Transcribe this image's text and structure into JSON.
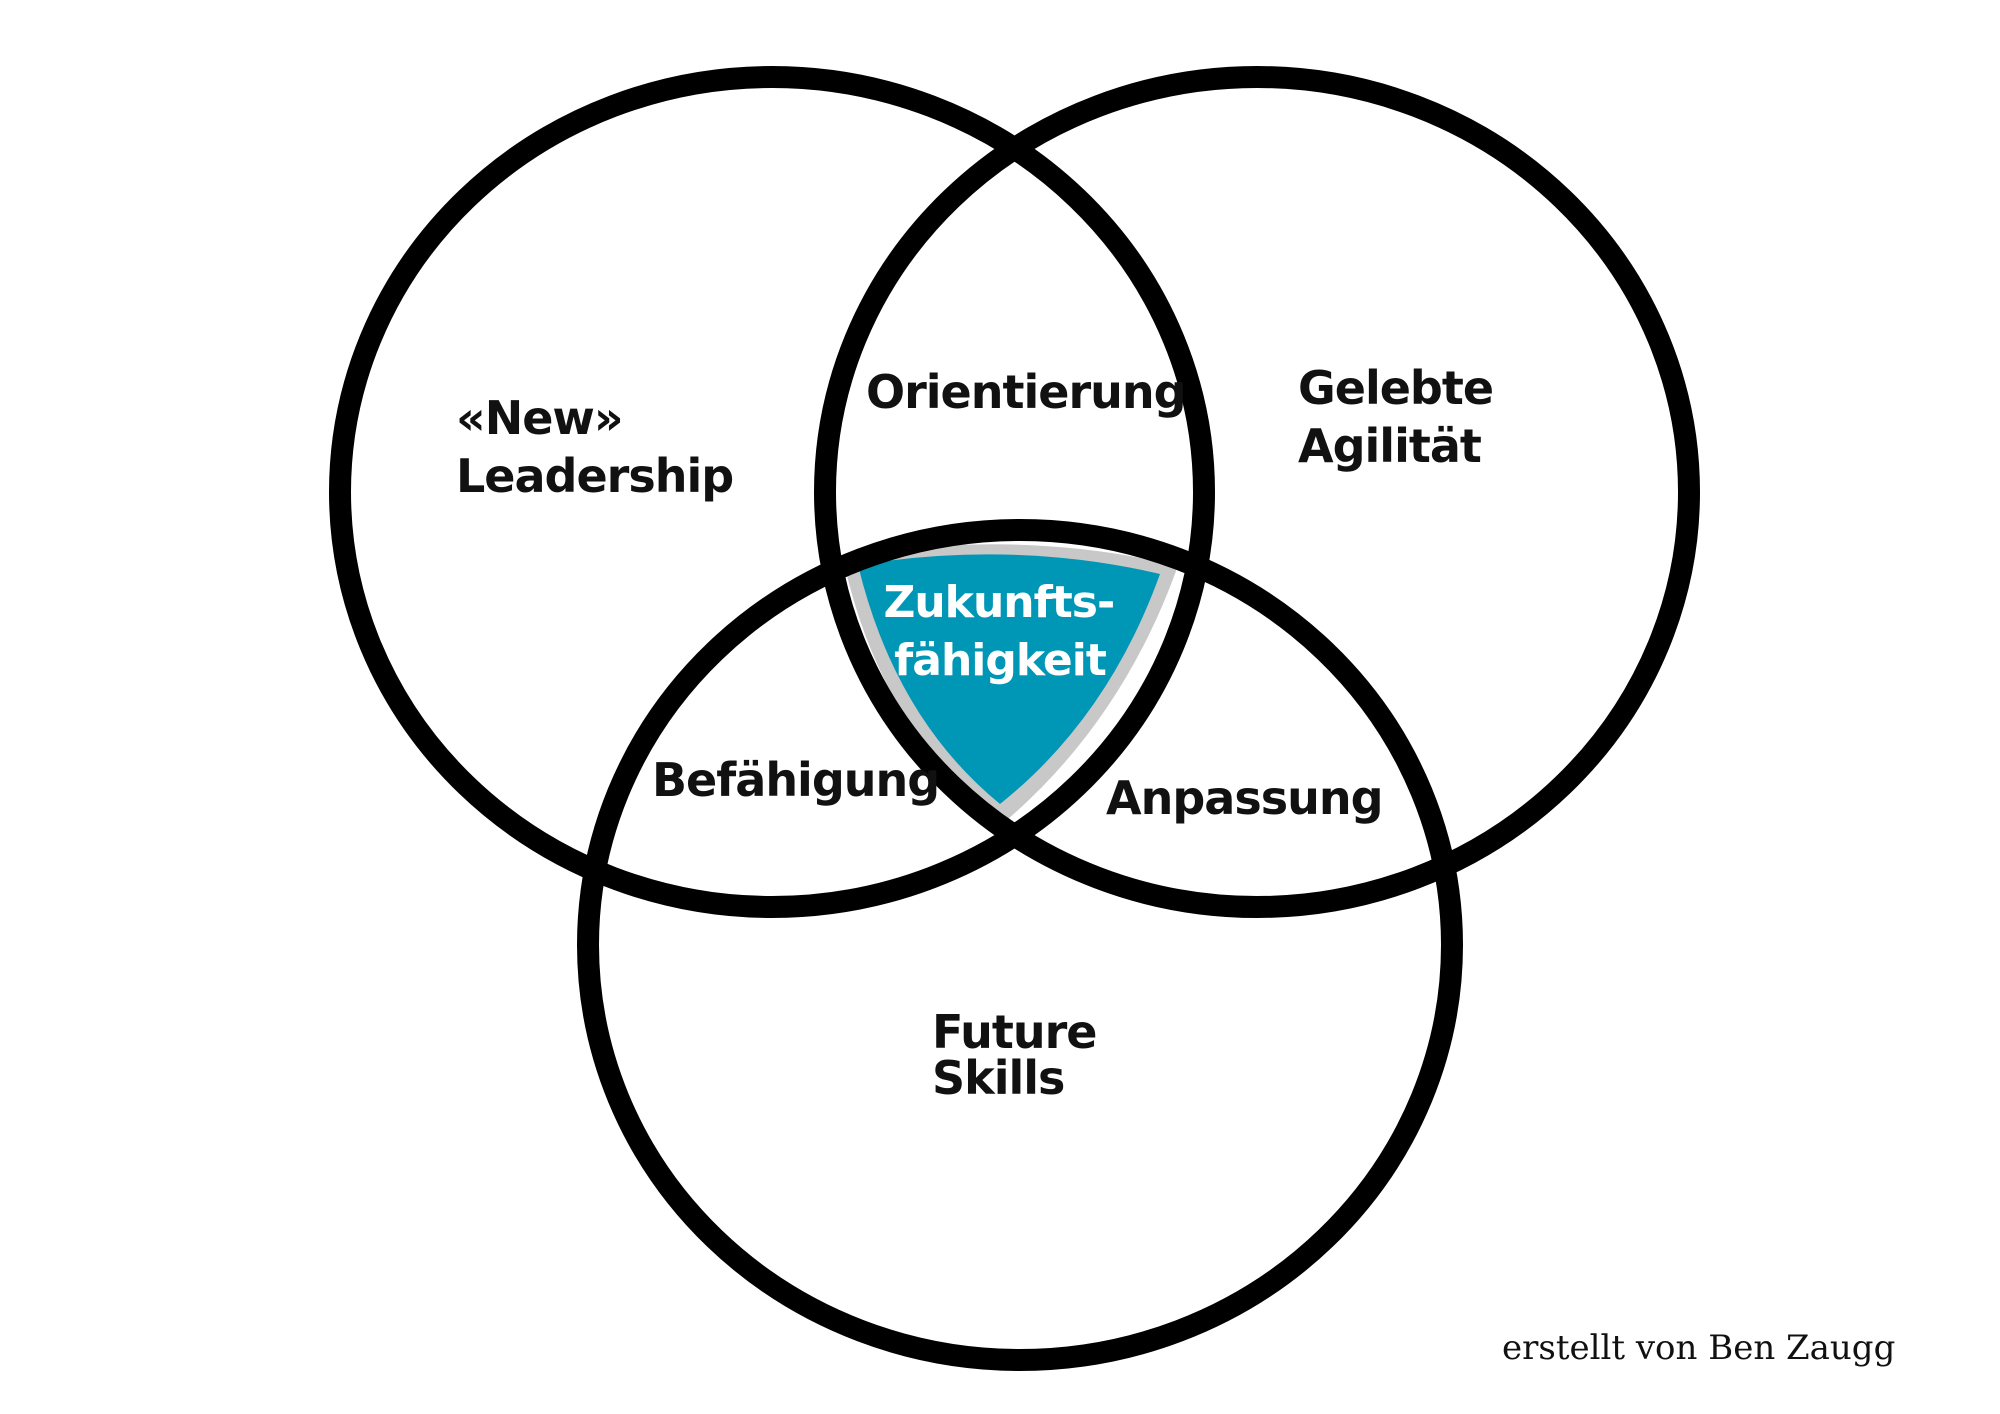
{
  "colors": {
    "outline": "#000000",
    "label": "#111111",
    "center_fill": "#0096b5",
    "center_border": "#c8c8c8",
    "center_text": "#ffffff"
  },
  "circles": {
    "top_left": [
      "«New»",
      "Leadership"
    ],
    "top_right": [
      "Gelebte",
      "Agilität"
    ],
    "bottom": [
      "Future",
      "Skills"
    ]
  },
  "overlaps": {
    "top": "Orientierung",
    "left": "Befähigung",
    "right": "Anpassung"
  },
  "center": [
    "Zukunfts-",
    "fähigkeit"
  ],
  "credit": "erstellt von Ben Zaugg"
}
